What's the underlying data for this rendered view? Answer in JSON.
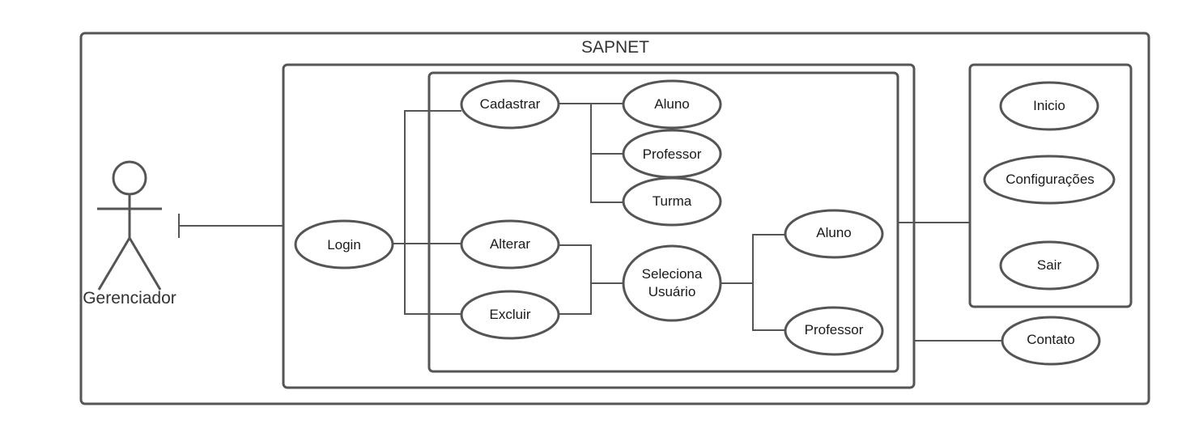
{
  "system": {
    "title": "SAPNET"
  },
  "actor": {
    "name": "Gerenciador"
  },
  "use_cases": {
    "login": "Login",
    "cadastrar": "Cadastrar",
    "cad_aluno": "Aluno",
    "cad_professor": "Professor",
    "cad_turma": "Turma",
    "alterar": "Alterar",
    "excluir": "Excluir",
    "seleciona_line1": "Seleciona",
    "seleciona_line2": "Usuário",
    "sel_aluno": "Aluno",
    "sel_professor": "Professor",
    "inicio": "Inicio",
    "configuracoes": "Configurações",
    "sair": "Sair",
    "contato": "Contato"
  }
}
